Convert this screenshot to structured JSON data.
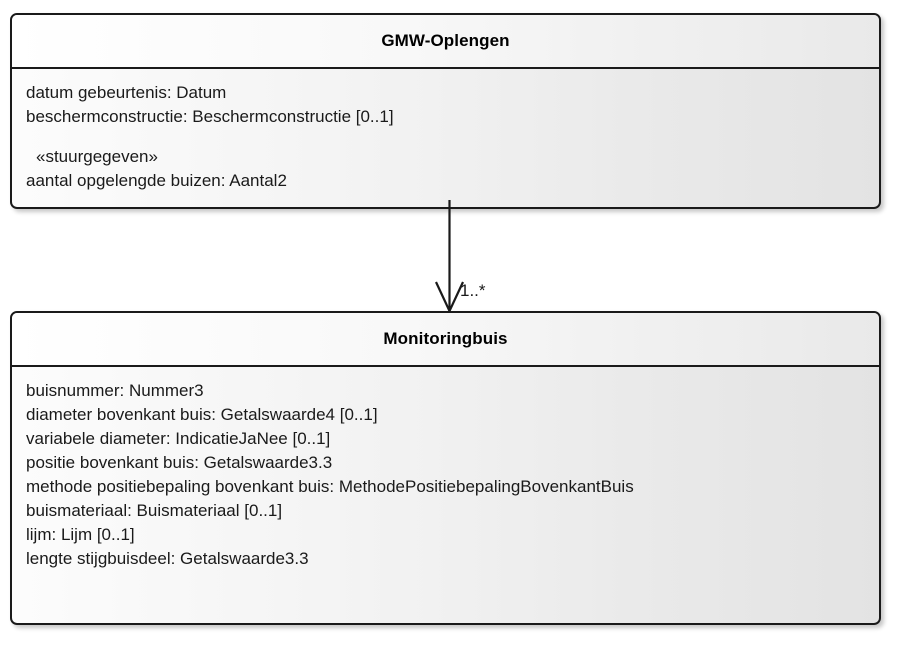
{
  "diagram": {
    "type": "uml-class-diagram",
    "classes": [
      {
        "id": "gmw-oplengen",
        "name": "GMW-Oplengen",
        "attributes": [
          {
            "text": "datum gebeurtenis: Datum",
            "stereotype": false
          },
          {
            "text": "beschermconstructie: Beschermconstructie [0..1]",
            "stereotype": false
          },
          {
            "text": "«stuurgegeven»",
            "stereotype": true
          },
          {
            "text": "aantal opgelengde buizen: Aantal2",
            "stereotype": false
          }
        ]
      },
      {
        "id": "monitoringbuis",
        "name": "Monitoringbuis",
        "attributes": [
          {
            "text": "buisnummer: Nummer3",
            "stereotype": false
          },
          {
            "text": "diameter bovenkant buis: Getalswaarde4 [0..1]",
            "stereotype": false
          },
          {
            "text": "variabele diameter: IndicatieJaNee [0..1]",
            "stereotype": false
          },
          {
            "text": "positie bovenkant buis: Getalswaarde3.3",
            "stereotype": false
          },
          {
            "text": "methode positiebepaling bovenkant buis: MethodePositiebepalingBovenkantBuis",
            "stereotype": false
          },
          {
            "text": "buismateriaal: Buismateriaal [0..1]",
            "stereotype": false
          },
          {
            "text": "lijm: Lijm [0..1]",
            "stereotype": false
          },
          {
            "text": "lengte stijgbuisdeel: Getalswaarde3.3",
            "stereotype": false
          }
        ]
      }
    ],
    "associations": [
      {
        "from": "gmw-oplengen",
        "to": "monitoringbuis",
        "multiplicity": "1..*",
        "arrow": "open-arrowhead"
      }
    ],
    "colors": {
      "border": "#1a1a1a",
      "fill_light": "#fcfcfc",
      "fill_dark": "#e3e3e3",
      "text": "#1a1a1a",
      "background": "#ffffff"
    }
  }
}
